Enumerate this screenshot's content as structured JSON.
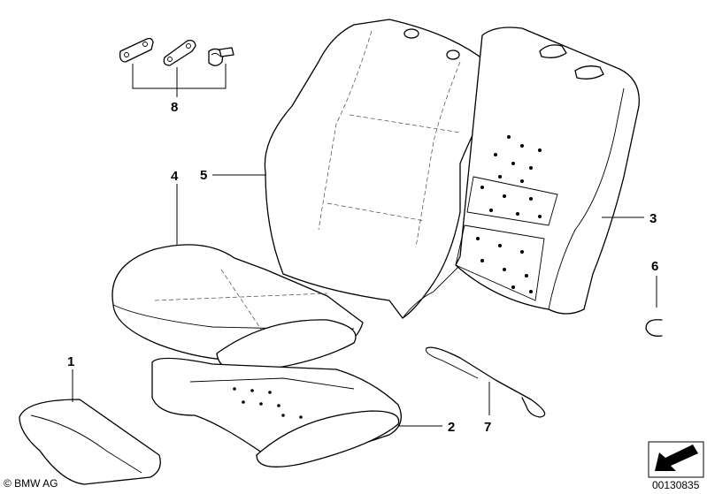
{
  "callouts": {
    "part1": "1",
    "part2": "2",
    "part3": "3",
    "part4": "4",
    "part5": "5",
    "part6": "6",
    "part7": "7",
    "part8": "8"
  },
  "footer": {
    "copyright": "© BMW AG",
    "diagram_number": "00130835"
  },
  "icons": {
    "direction_arrow": "arrow-icon"
  }
}
